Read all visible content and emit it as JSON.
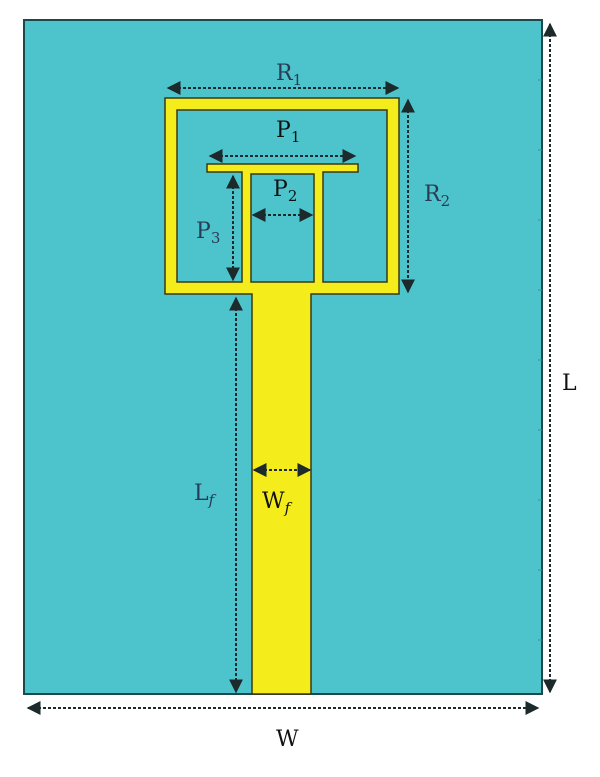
{
  "colors": {
    "substrate": "#4dc4cc",
    "substrate_edge": "#1a4a4c",
    "patch": "#f5ec1c",
    "patch_edge": "#3a3a10",
    "dim_line": "#1c2a2c",
    "label_dark": "#2a3b55",
    "label_black": "#111111"
  },
  "labels": {
    "r1": {
      "main": "R",
      "sub": "1"
    },
    "r2": {
      "main": "R",
      "sub": "2"
    },
    "p1": {
      "main": "P",
      "sub": "1"
    },
    "p2": {
      "main": "P",
      "sub": "2"
    },
    "p3": {
      "main": "P",
      "sub": "3"
    },
    "lf": {
      "main": "L",
      "sub": "f"
    },
    "wf": {
      "main": "W",
      "sub": "f"
    },
    "l": "L",
    "w": "W"
  }
}
